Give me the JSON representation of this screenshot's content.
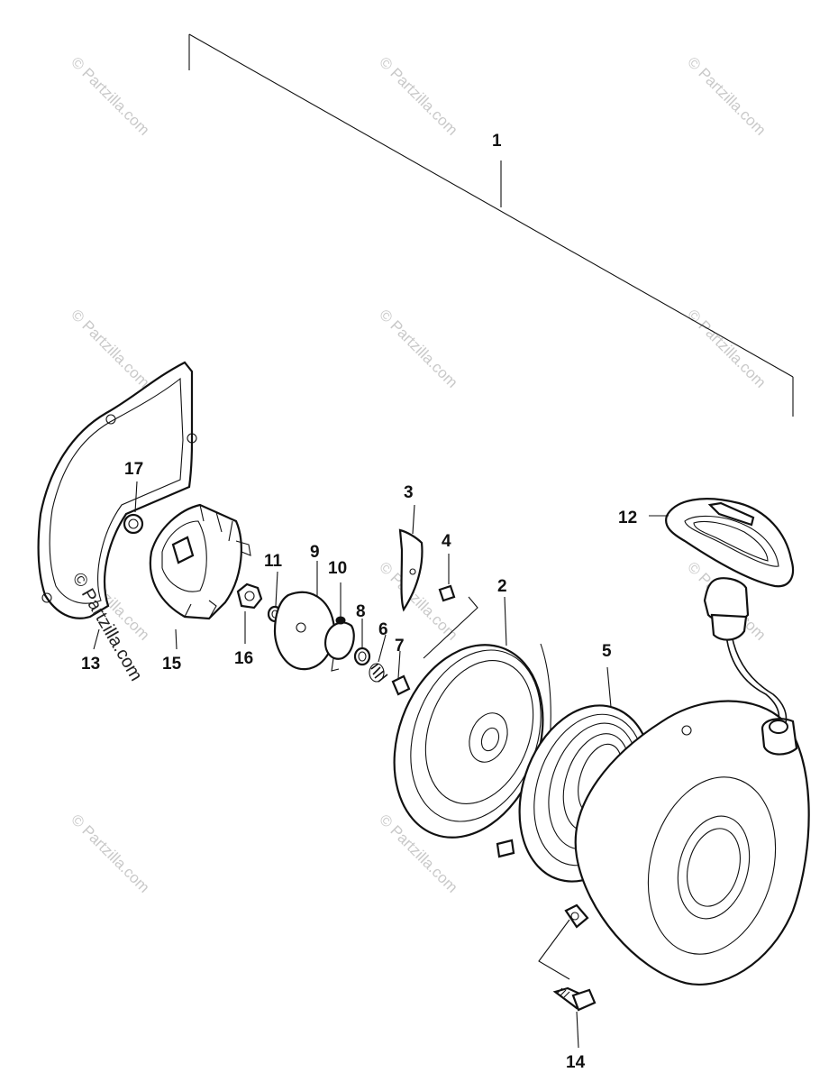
{
  "callouts": {
    "c1": "1",
    "c2": "2",
    "c3": "3",
    "c4": "4",
    "c5": "5",
    "c6": "6",
    "c7": "7",
    "c8": "8",
    "c9": "9",
    "c10": "10",
    "c11": "11",
    "c12": "12",
    "c13": "13",
    "c14": "14",
    "c15": "15",
    "c16": "16",
    "c17": "17"
  },
  "watermark": "© Partzilla.com"
}
